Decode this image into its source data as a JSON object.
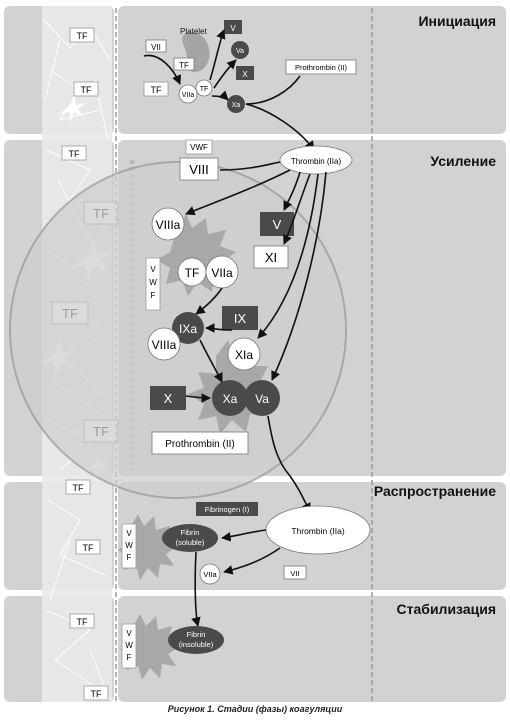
{
  "phases": {
    "initiation": "Инициация",
    "amplification": "Усиление",
    "propagation": "Распространение",
    "stabilization": "Стабилизация"
  },
  "cell_labels": {
    "tf": "TF"
  },
  "initiation": {
    "vii": "VII",
    "platelet": "Platelet",
    "tf": "TF",
    "viia": "VIIa",
    "v": "V",
    "va": "Va",
    "x": "X",
    "xa": "Xa",
    "prothrombin": "Prothrombin (II)"
  },
  "amplification": {
    "vwf": "VWF",
    "viii": "VIII",
    "thrombin": "Thrombin (IIa)",
    "viiia_top": "VIIIa",
    "v": "V",
    "xi": "XI",
    "tf": "TF",
    "viia": "VIIa",
    "ix": "IX",
    "ixa": "IXa",
    "viiia": "VIIIa",
    "xia": "XIa",
    "x": "X",
    "xa": "Xa",
    "va": "Va",
    "prothrombin": "Prothrombin (II)",
    "vwf_vertical": [
      "V",
      "W",
      "F"
    ]
  },
  "propagation": {
    "fibrinogen": "Fibrinogen (I)",
    "thrombin": "Thrombin (IIa)",
    "fibrin_soluble": [
      "Fibrin",
      "(soluble)"
    ],
    "viia": "VIIa",
    "vii": "VII",
    "vwf_vertical": [
      "V",
      "W",
      "F"
    ]
  },
  "stabilization": {
    "fibrin_insoluble": [
      "Fibrin",
      "(insoluble)"
    ],
    "vwf_vertical": [
      "V",
      "W",
      "F"
    ]
  },
  "caption": "Рисунок 1. Стадии (фазы) коагуляции",
  "colors": {
    "panel": "#d4d4d4",
    "panel_light": "#e6e6e6",
    "dark_node": "#4a4a4a",
    "light_node": "#ffffff",
    "blob": "#a8a8a8",
    "line": "#222222"
  }
}
